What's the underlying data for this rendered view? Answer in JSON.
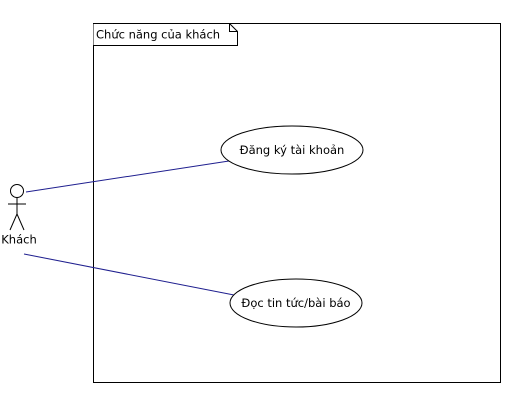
{
  "system_boundary": {
    "label": "Chức năng của khách"
  },
  "actor": {
    "name": "Khách"
  },
  "use_cases": [
    {
      "label": "Đăng ký tài khoản"
    },
    {
      "label": "Đọc tin tức/bài báo"
    }
  ],
  "colors": {
    "association_line": "#1f1f8f",
    "outline": "#000000",
    "background": "#ffffff"
  }
}
